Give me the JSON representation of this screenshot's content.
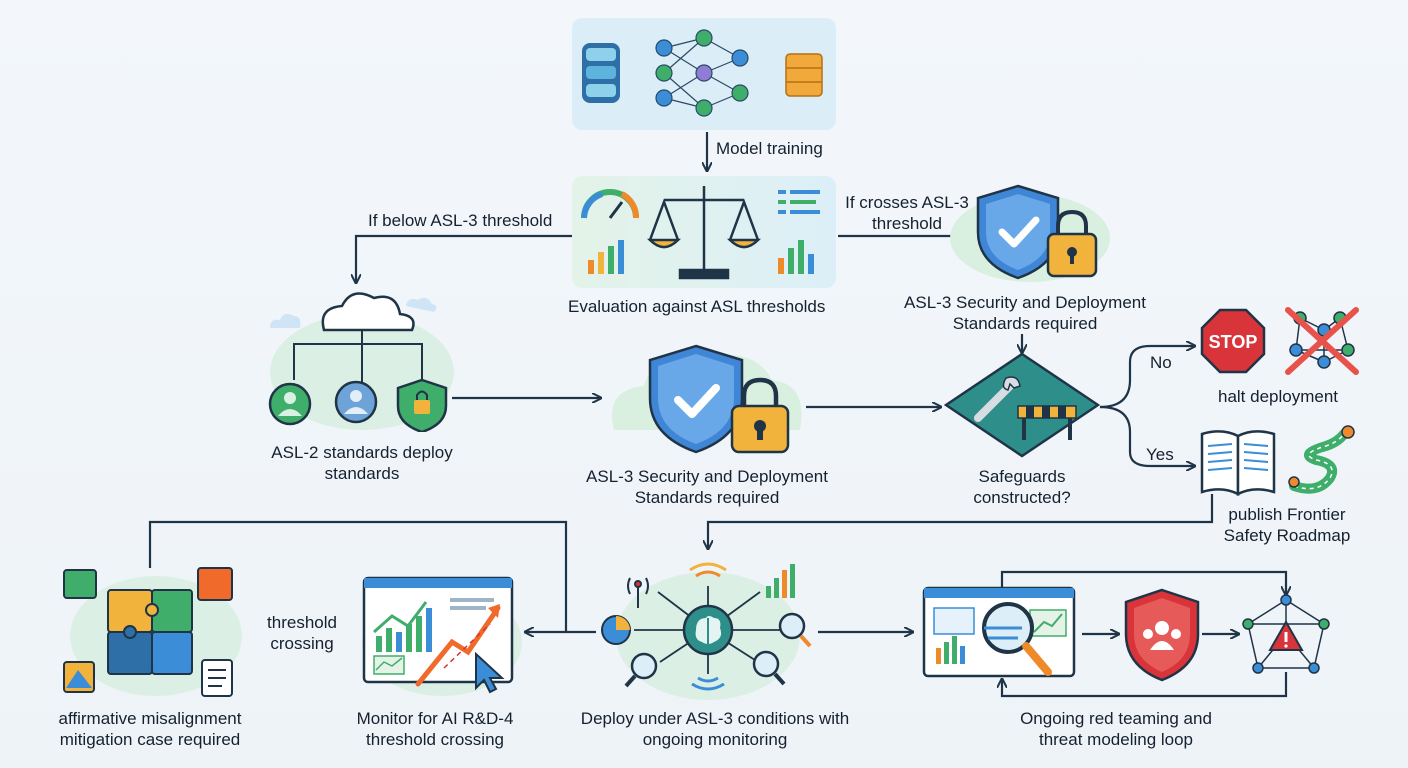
{
  "labels": {
    "model_training": "Model training",
    "evaluation": "Evaluation against ASL thresholds",
    "if_below": "If below ASL-3 threshold",
    "if_crosses": "If crosses ASL-3 threshold",
    "asl3_top": "ASL-3 Security and Deployment Standards required",
    "asl2": "ASL-2 standards deploy standards",
    "asl3_mid": "ASL-3 Security and Deployment Standards required",
    "safeguards": "Safeguards constructed?",
    "no": "No",
    "yes": "Yes",
    "stop_sign": "STOP",
    "halt": "halt deployment",
    "publish": "publish Frontier Safety Roadmap",
    "deploy": "Deploy under ASL-3 conditions with ongoing monitoring",
    "monitor": "Monitor for AI R&D-4 threshold crossing",
    "threshold_crossing": "threshold crossing",
    "affirmative": "affirmative misalignment mitigation case required",
    "red_team": "Ongoing red teaming and threat modeling loop"
  },
  "colors": {
    "arrow": "#1f3447",
    "shield": "#3f86d6",
    "lock": "#f2b33d",
    "stop": "#d8343a",
    "green": "#3fae6b",
    "teal": "#2e8f8a",
    "orange": "#ef8a2b"
  },
  "icons": [
    "database-icon",
    "neural-network-icon",
    "server-stack-icon",
    "gauge-icon",
    "scales-icon",
    "bar-chart-icon",
    "shield-check-icon",
    "padlock-icon",
    "cloud-network-icon",
    "user-icon",
    "shield-lock-icon",
    "wrench-barrier-icon",
    "stop-sign-icon",
    "crossed-network-icon",
    "open-book-icon",
    "road-map-icon",
    "brain-hub-icon",
    "magnifier-icon",
    "trend-chart-icon",
    "cursor-icon",
    "puzzle-icon",
    "document-icon",
    "red-shield-icon",
    "alert-network-icon"
  ]
}
